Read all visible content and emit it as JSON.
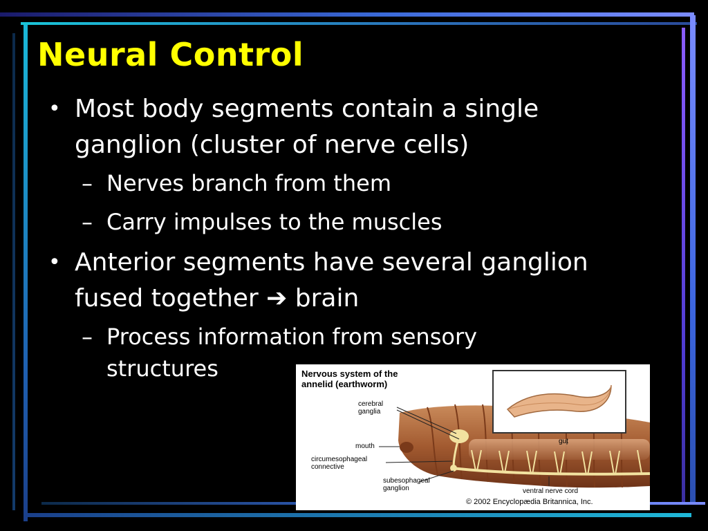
{
  "slide": {
    "title": "Neural Control",
    "bullets": [
      {
        "marker": "•",
        "text": "Most body segments contain a single ganglion (cluster of nerve cells)",
        "subs": [
          {
            "marker": "–",
            "text": "Nerves branch from them"
          },
          {
            "marker": "–",
            "text": "Carry impulses to the muscles"
          }
        ]
      },
      {
        "marker": "•",
        "text": "Anterior segments have several ganglion fused together ➔ brain",
        "subs": [
          {
            "marker": "–",
            "text": "Process information from sensory structures"
          }
        ]
      }
    ]
  },
  "figure": {
    "title_line1": "Nervous system of the",
    "title_line2": "annelid (earthworm)",
    "labels": {
      "cerebral_1": "cerebral",
      "cerebral_2": "ganglia",
      "mouth": "mouth",
      "circ_1": "circumesophageal",
      "circ_2": "connective",
      "sub_1": "subesophageal",
      "sub_2": "ganglion",
      "gut": "gut",
      "ventral": "ventral nerve cord"
    },
    "copyright": "© 2002 Encyclopædia Britannica, Inc.",
    "colors": {
      "body": "#b06a3a",
      "nerve": "#f2e2a0",
      "inset_worm": "#e8b48a"
    }
  }
}
